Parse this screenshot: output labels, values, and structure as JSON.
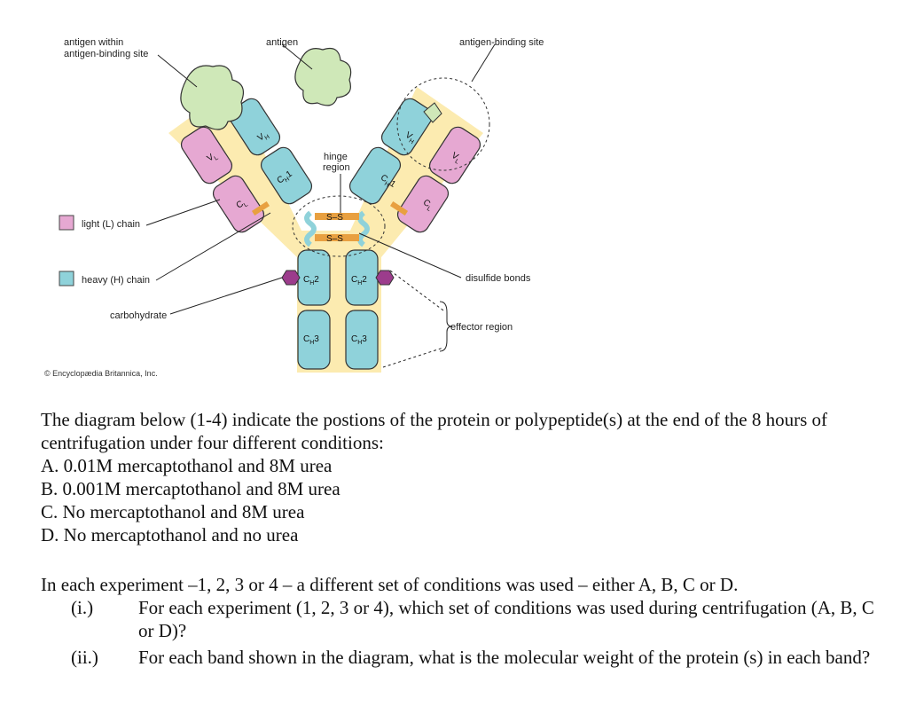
{
  "diagram": {
    "labels": {
      "antigen_within_site_1": "antigen within",
      "antigen_within_site_2": "antigen-binding site",
      "antigen": "antigen",
      "antigen_binding_site": "antigen-binding site",
      "hinge_1": "hinge",
      "hinge_2": "region",
      "light_chain": "light (L) chain",
      "heavy_chain": "heavy (H) chain",
      "carbohydrate": "carbohydrate",
      "disulfide_bonds": "disulfide bonds",
      "effector_region": "effector region",
      "copyright": "© Encyclopædia Britannica, Inc."
    },
    "domains": {
      "VH": {
        "main": "V",
        "sub": "H"
      },
      "VL": {
        "main": "V",
        "sub": "L"
      },
      "CH1": {
        "main": "C",
        "sub": "H",
        "tail": "1"
      },
      "CL": {
        "main": "C",
        "sub": "L"
      },
      "CH2": {
        "main": "C",
        "sub": "H",
        "tail": "2"
      },
      "CH3": {
        "main": "C",
        "sub": "H",
        "tail": "3"
      },
      "SS": "S–S"
    },
    "colors": {
      "light_chain": "#e6a8d2",
      "heavy_chain": "#8fd2da",
      "antigen": "#cfe8b8",
      "background_y": "#fcebb0",
      "carbohydrate": "#9c3c8c",
      "disulfide": "#e8a040"
    }
  },
  "question": {
    "intro": "The diagram below (1-4) indicate the postions of the protein or polypeptide(s) at the end of the 8 hours of centrifugation under four different conditions:",
    "options": [
      "A.  0.01M mercaptothanol and 8M urea",
      "B.  0.001M mercaptothanol and 8M urea",
      "C.  No mercaptothanol and 8M urea",
      "D.  No mercaptothanol and no urea"
    ],
    "experiment_text": "In each experiment –1, 2, 3 or 4 – a different set of conditions was used – either A, B, C or D.",
    "sub_questions": [
      {
        "num": "(i.)",
        "text": "For each experiment (1, 2, 3 or 4), which set of conditions was used during centrifugation (A, B, C or D)?"
      },
      {
        "num": "(ii.)",
        "text": "For each band shown in the diagram, what is the molecular weight of the protein (s) in each band?"
      }
    ]
  }
}
